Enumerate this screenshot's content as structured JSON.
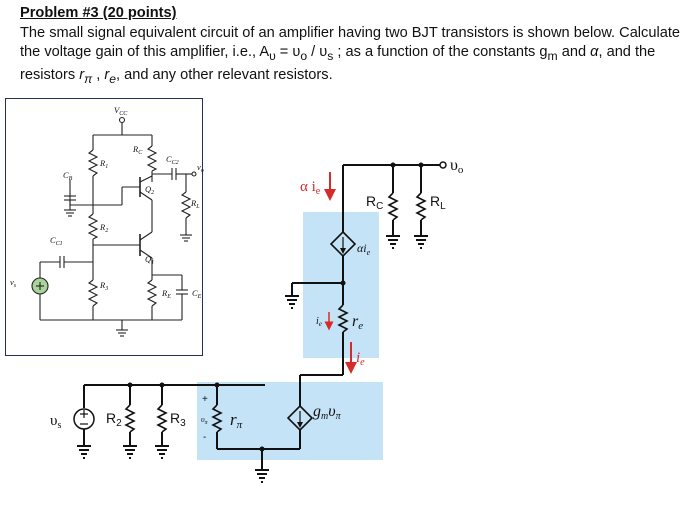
{
  "problem": {
    "title": "Problem #3  (20 points)",
    "line1": "The small signal equivalent circuit of an amplifier having two BJT transistors is shown below.  Calculate",
    "line2": "the voltage gain of this amplifier, i.e., A",
    "line2_sub": "υ",
    "line2_rest": " = υ",
    "line2_osub": "o",
    "line2_div": " / υ",
    "line2_ssub": "s",
    "line2_tail": " ; as a function of the constants  g",
    "line2_msub": "m",
    "line2_and": " and ",
    "line2_alpha": "α",
    "line2_end": ", and the",
    "line3_a": "resistors ",
    "line3_r": "r",
    "line3_rpi": "π",
    "line3_comma": " , ",
    "line3_re": "e",
    "line3_end": ", and any other relevant resistors."
  },
  "original_circuit": {
    "vcc": "V",
    "vcc_sub": "CC",
    "rc": "R",
    "rc_sub": "C",
    "cc2": "C",
    "cc2_sub": "C2",
    "vo": "v",
    "vo_sub": "o",
    "r1": "R",
    "r1_sub": "1",
    "cb": "C",
    "cb_sub": "B",
    "q2": "Q",
    "q2_sub": "2",
    "rl": "R",
    "rl_sub": "L",
    "r2": "R",
    "r2_sub": "2",
    "cc1": "C",
    "cc1_sub": "C1",
    "q1": "Q",
    "q1_sub": "1",
    "vs": "v",
    "vs_sub": "s",
    "r3": "R",
    "r3_sub": "3",
    "re": "R",
    "re_sub": "E",
    "ce": "C",
    "ce_sub": "E"
  },
  "equivalent_circuit": {
    "alpha_ie": "α i",
    "alpha_ie_sub": "e",
    "rc": "R",
    "rc_sub": "C",
    "rl": "R",
    "rl_sub": "L",
    "vo": "υ",
    "vo_sub": "o",
    "dep_source": "αi",
    "dep_source_sub": "e",
    "ie_left": "i",
    "ie_left_sub": "e",
    "re": "r",
    "re_sub": "e",
    "ie_down": "i",
    "ie_down_sub": "e",
    "gm": "g",
    "gm_sub": "m",
    "gm_v": "υ",
    "gm_vsub": "π",
    "vs": "υ",
    "vs_sub": "s",
    "r2": "R",
    "r2_sub": "2",
    "r3": "R",
    "r3_sub": "3",
    "vpi": "υ",
    "vpi_sub": "π",
    "rpi": "r",
    "rpi_sub": "π",
    "plus": "+",
    "minus": "-"
  },
  "colors": {
    "highlight": "#c5e3f7",
    "arrow": "#d62b2b",
    "box_border": "#23305e"
  }
}
